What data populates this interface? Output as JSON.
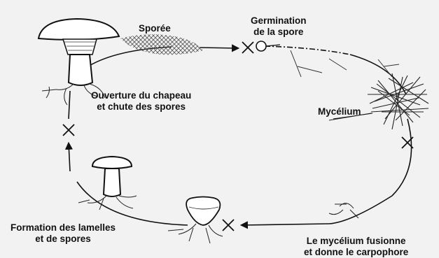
{
  "labels": {
    "sporee": "Sporée",
    "germination": [
      "Germination",
      "de la spore"
    ],
    "mycelium": "Mycélium",
    "fusion": [
      "Le mycélium fusionne",
      "et donne le carpophore"
    ],
    "formation": [
      "Formation des lamelles",
      "et de spores"
    ],
    "ouverture": [
      "Ouverture du chapeau",
      "et chute des spores"
    ]
  },
  "colors": {
    "background": "#f2f2f2",
    "ink": "#111111"
  },
  "icons": [
    "mature-mushroom-icon",
    "spore-print-icon",
    "germinating-spore-icon",
    "mycelium-mass-icon",
    "button-mushroom-icon",
    "young-mushroom-icon"
  ]
}
